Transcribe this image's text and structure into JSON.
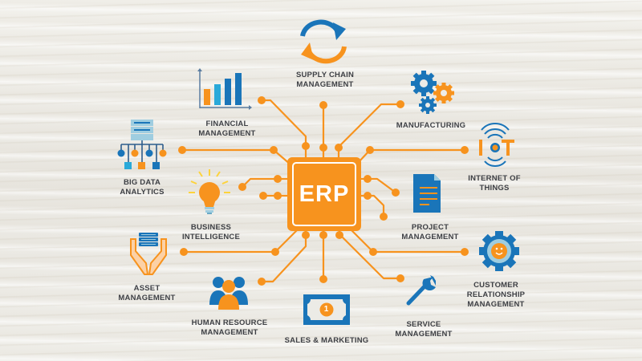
{
  "center": {
    "label": "ERP",
    "color": "#f7931e"
  },
  "colors": {
    "orange": "#f7931e",
    "blue": "#1a75b9",
    "light_blue": "#29a9d9",
    "pale_blue": "#9fcde0",
    "text": "#3d3f44",
    "background": "#ecebe6"
  },
  "modules": [
    {
      "id": "supply-chain",
      "line1": "SUPPLY CHAIN",
      "line2": "MANAGEMENT",
      "icon": "refresh-arrows-icon"
    },
    {
      "id": "financial",
      "line1": "FINANCIAL",
      "line2": "MANAGEMENT",
      "icon": "bar-chart-icon"
    },
    {
      "id": "manufacturing",
      "line1": "MANUFACTURING",
      "line2": "",
      "icon": "gears-icon"
    },
    {
      "id": "big-data",
      "line1": "BIG DATA",
      "line2": "ANALYTICS",
      "icon": "database-network-icon"
    },
    {
      "id": "iot",
      "line1": "INTERNET OF",
      "line2": "THINGS",
      "icon": "iot-signal-icon",
      "icon_text_left": "I",
      "icon_text_right": "T"
    },
    {
      "id": "business-intelligence",
      "line1": "BUSINESS",
      "line2": "INTELLIGENCE",
      "icon": "lightbulb-icon"
    },
    {
      "id": "project",
      "line1": "PROJECT",
      "line2": "MANAGEMENT",
      "icon": "document-icon"
    },
    {
      "id": "asset",
      "line1": "ASSET",
      "line2": "MANAGEMENT",
      "icon": "hands-server-icon"
    },
    {
      "id": "crm",
      "line1": "CUSTOMER",
      "line2": "RELATIONSHIP",
      "line3": "MANAGEMENT",
      "icon": "smiley-gear-icon"
    },
    {
      "id": "hr",
      "line1": "HUMAN RESOURCE",
      "line2": "MANAGEMENT",
      "icon": "people-group-icon"
    },
    {
      "id": "sales",
      "line1": "SALES & MARKETING",
      "line2": "",
      "icon": "banknote-icon",
      "icon_text": "1"
    },
    {
      "id": "service",
      "line1": "SERVICE",
      "line2": "MANAGEMENT",
      "icon": "wrench-icon"
    }
  ]
}
